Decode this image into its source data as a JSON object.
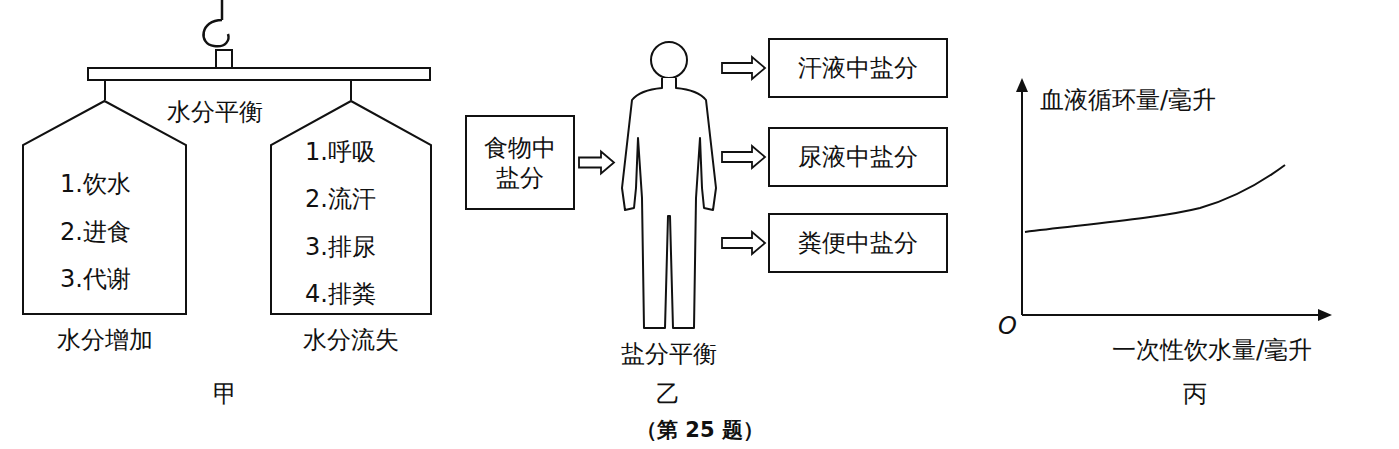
{
  "diagram": {
    "caption": "（第 25 题）",
    "nodes": [
      {
        "text": [
          "1.饮水",
          "2.进食",
          "3.代谢",
          "水分增加"
        ]
      },
      {
        "text": [
          "1.呼吸",
          "2.流汗",
          "3.排尿",
          "4.排粪",
          "水分流失"
        ]
      },
      {
        "text": [
          "食物中盐分"
        ]
      },
      {
        "text": [
          "盐分平衡"
        ]
      },
      {
        "text": [
          "汗液中盐分"
        ]
      },
      {
        "text": [
          "尿液中盐分"
        ]
      },
      {
        "text": [
          "粪便中盐分"
        ]
      }
    ],
    "edges": [
      {
        "from": 2,
        "to": 3,
        "arrow": "to"
      },
      {
        "from": 3,
        "to": 4,
        "arrow": "to"
      },
      {
        "from": 3,
        "to": 5,
        "arrow": "to"
      },
      {
        "from": 3,
        "to": 6,
        "arrow": "to"
      }
    ],
    "labels": [
      "水分平衡",
      "甲",
      "乙",
      "血液循环量/毫升",
      "一次性饮水量/毫升",
      "O",
      "丙"
    ]
  }
}
